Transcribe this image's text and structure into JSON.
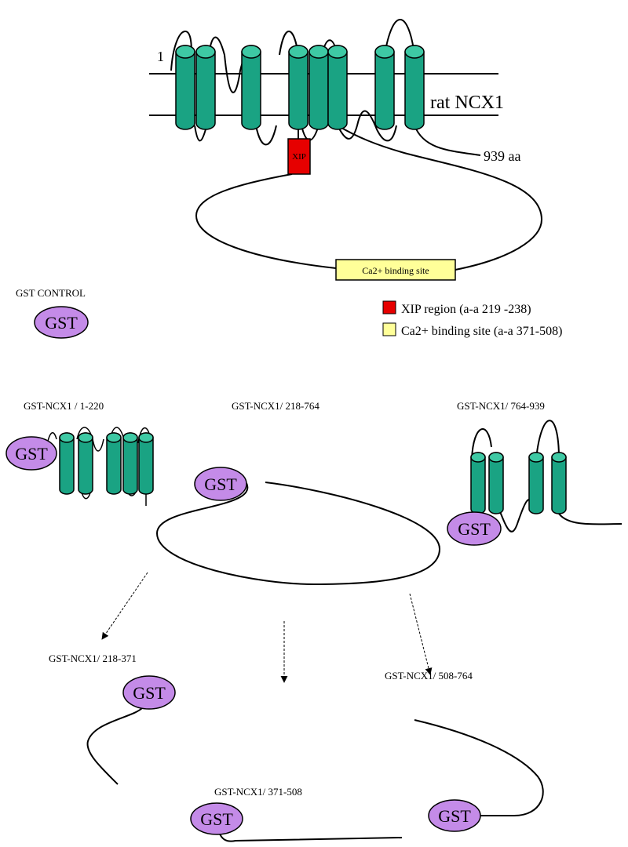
{
  "labels": {
    "n_terminus": "1",
    "protein_name": "rat NCX1",
    "c_terminus": "939 aa",
    "xip_box": "XIP",
    "ca_box": "Ca2+ binding site",
    "gst_control_title": "GST CONTROL",
    "gst": "GST"
  },
  "legend": {
    "xip": {
      "text": "XIP region (a-a 219 -238)",
      "color": "#e60000"
    },
    "ca": {
      "text": "Ca2+ binding site (a-a 371-508)",
      "color": "#ffff99"
    }
  },
  "constructs": {
    "c1_220": "GST-NCX1 / 1-220",
    "c218_764": "GST-NCX1/ 218-764",
    "c764_939": "GST-NCX1/ 764-939",
    "c218_371": "GST-NCX1/ 218-371",
    "c371_508": "GST-NCX1/ 371-508",
    "c508_764": "GST-NCX1/ 508-764"
  },
  "colors": {
    "helix": "#1aa383",
    "helix_top": "#3ec9a4",
    "gst": "#c48be8",
    "xip": "#e60000",
    "ca": "#ffff99"
  }
}
